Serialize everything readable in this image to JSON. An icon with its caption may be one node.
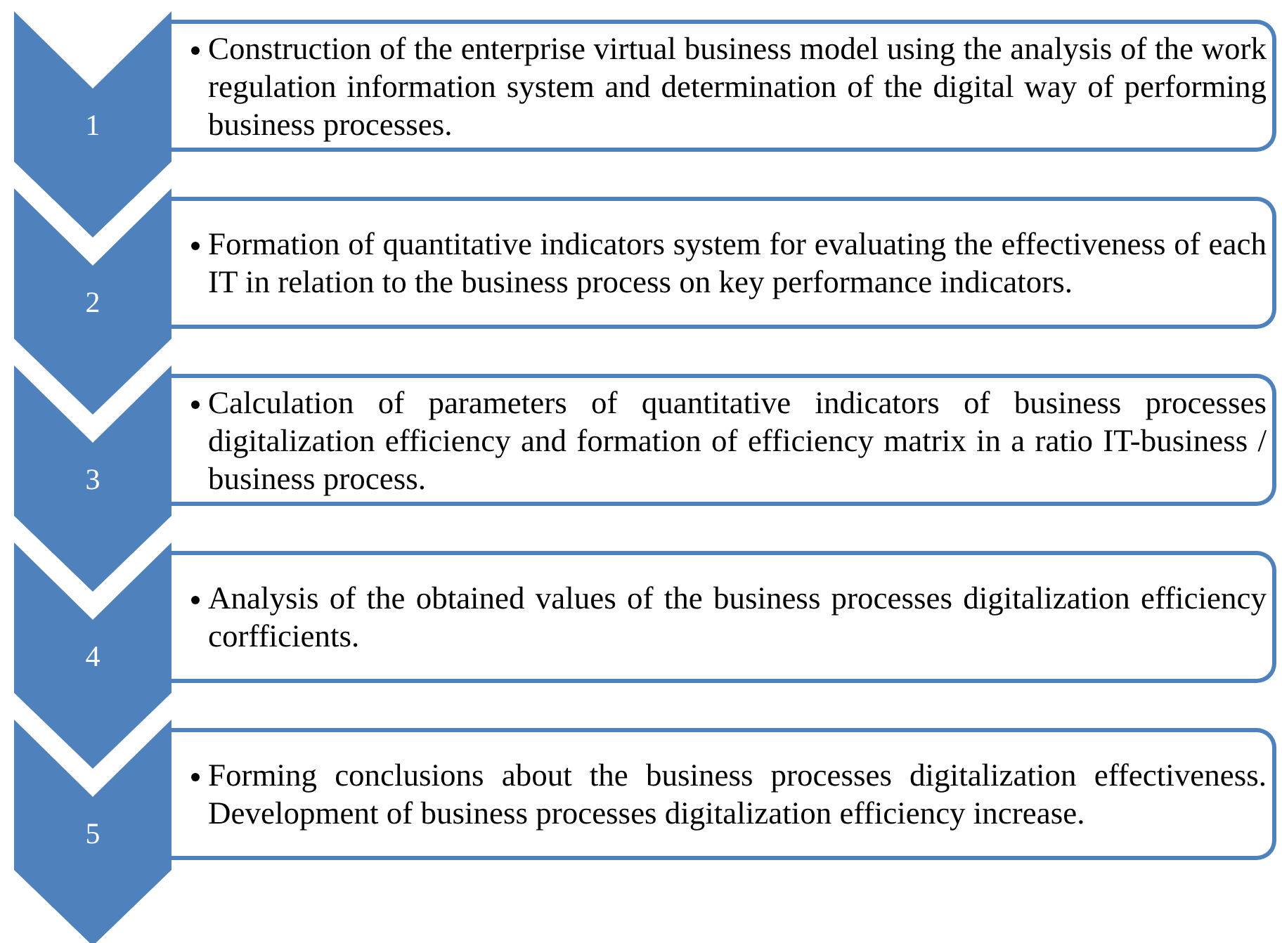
{
  "diagram": {
    "nodes": [
      {
        "text": [
          "1"
        ]
      },
      {
        "text": [
          "Construction of the enterprise virtual business model using the analysis of the work regulation information system and determination of the digital way of performing business processes."
        ]
      },
      {
        "text": [
          "2"
        ]
      },
      {
        "text": [
          "Formation of quantitative indicators system for evaluating the effectiveness of each IT in relation to the business process on key performance indicators."
        ]
      },
      {
        "text": [
          "3"
        ]
      },
      {
        "text": [
          "Calculation of parameters of quantitative indicators of business processes digitalization efficiency and formation of efficiency matrix in a ratio IT-business / business process."
        ]
      },
      {
        "text": [
          "4"
        ]
      },
      {
        "text": [
          "Analysis of the obtained values of the business processes digitalization efficiency corfficients."
        ]
      },
      {
        "text": [
          "5"
        ]
      },
      {
        "text": [
          "Forming conclusions about the business processes digitalization effectiveness. Development of business processes digitalization efficiency increase."
        ]
      }
    ],
    "edges": []
  }
}
